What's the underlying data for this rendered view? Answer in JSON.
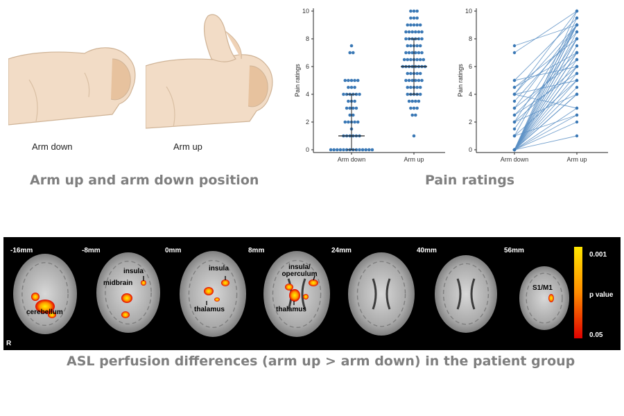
{
  "illustration": {
    "arm_down_label": "Arm down",
    "arm_up_label": "Arm up",
    "caption": "Arm up and arm down position"
  },
  "pain_caption": "Pain ratings",
  "chart_data": [
    {
      "type": "scatter",
      "subtype": "dot-strip",
      "categories": [
        "Arm down",
        "Arm up"
      ],
      "ylabel": "Pain ratings",
      "xlabel": "",
      "ylim": [
        0,
        10
      ],
      "yticks": [
        0,
        2,
        4,
        6,
        8,
        10
      ],
      "grid": false,
      "color": "#3a78b5",
      "series": [
        {
          "category": "Arm down",
          "points": [
            [
              0,
              14
            ],
            [
              1,
              6
            ],
            [
              1.5,
              1
            ],
            [
              2,
              5
            ],
            [
              2.5,
              2
            ],
            [
              3,
              4
            ],
            [
              3.5,
              3
            ],
            [
              4,
              6
            ],
            [
              4.5,
              3
            ],
            [
              5,
              5
            ],
            [
              7,
              2
            ],
            [
              7.5,
              1
            ]
          ],
          "median": 1,
          "iqr": [
            0,
            4
          ]
        },
        {
          "category": "Arm up",
          "points": [
            [
              1,
              1
            ],
            [
              2.5,
              2
            ],
            [
              3,
              3
            ],
            [
              3.5,
              4
            ],
            [
              4,
              5
            ],
            [
              4.5,
              5
            ],
            [
              5,
              6
            ],
            [
              5.5,
              5
            ],
            [
              6,
              8
            ],
            [
              6.5,
              7
            ],
            [
              7,
              6
            ],
            [
              7.5,
              5
            ],
            [
              8,
              6
            ],
            [
              8.5,
              6
            ],
            [
              9,
              5
            ],
            [
              9.5,
              3
            ],
            [
              10,
              3
            ]
          ],
          "median": 6,
          "iqr": [
            4,
            8
          ]
        }
      ]
    },
    {
      "type": "line",
      "subtype": "paired-slope",
      "categories": [
        "Arm down",
        "Arm up"
      ],
      "ylabel": "Pain ratings",
      "ylim": [
        0,
        10
      ],
      "yticks": [
        0,
        2,
        4,
        6,
        8,
        10
      ],
      "grid": false,
      "color": "#3a78b5",
      "pairs": [
        [
          7.5,
          9
        ],
        [
          7,
          10
        ],
        [
          5,
          9.5
        ],
        [
          5,
          6
        ],
        [
          4.5,
          8
        ],
        [
          4.5,
          7
        ],
        [
          4,
          10
        ],
        [
          4,
          9
        ],
        [
          4,
          5
        ],
        [
          4,
          3
        ],
        [
          3.5,
          8.5
        ],
        [
          3,
          9
        ],
        [
          3,
          6.5
        ],
        [
          2.5,
          7
        ],
        [
          2.5,
          5.5
        ],
        [
          2,
          9
        ],
        [
          2,
          6
        ],
        [
          2,
          4
        ],
        [
          1.5,
          8
        ],
        [
          1,
          9
        ],
        [
          1,
          5
        ],
        [
          1,
          2.5
        ],
        [
          0,
          10
        ],
        [
          0,
          9
        ],
        [
          0,
          9
        ],
        [
          0,
          8.5
        ],
        [
          0,
          8
        ],
        [
          0,
          8
        ],
        [
          0,
          7
        ],
        [
          0,
          7
        ],
        [
          0,
          6.5
        ],
        [
          0,
          6
        ],
        [
          0,
          6
        ],
        [
          0,
          5.5
        ],
        [
          0,
          5
        ],
        [
          0,
          4.5
        ],
        [
          0,
          4
        ],
        [
          0,
          4
        ],
        [
          0,
          3
        ],
        [
          0,
          2.5
        ],
        [
          0,
          1
        ],
        [
          0,
          2
        ],
        [
          0,
          9.5
        ],
        [
          0,
          7.5
        ]
      ]
    }
  ],
  "brain": {
    "slices": [
      {
        "label": "-16mm",
        "annotations": [
          "cerebellum"
        ]
      },
      {
        "label": "-8mm",
        "annotations": [
          "insula",
          "midbrain"
        ]
      },
      {
        "label": "0mm",
        "annotations": [
          "insula",
          "thalamus"
        ]
      },
      {
        "label": "8mm",
        "annotations": [
          "insula/ operculum",
          "thalamus"
        ]
      },
      {
        "label": "24mm",
        "annotations": []
      },
      {
        "label": "40mm",
        "annotations": []
      },
      {
        "label": "56mm",
        "annotations": [
          "S1/M1"
        ]
      }
    ],
    "side_label": "R",
    "colorbar": {
      "top": "0.001",
      "middle": "p value",
      "bottom": "0.05",
      "colors": [
        "#ffe600",
        "#ff8c00",
        "#e00000"
      ]
    },
    "caption": "ASL perfusion differences (arm up > arm down) in the patient group"
  }
}
